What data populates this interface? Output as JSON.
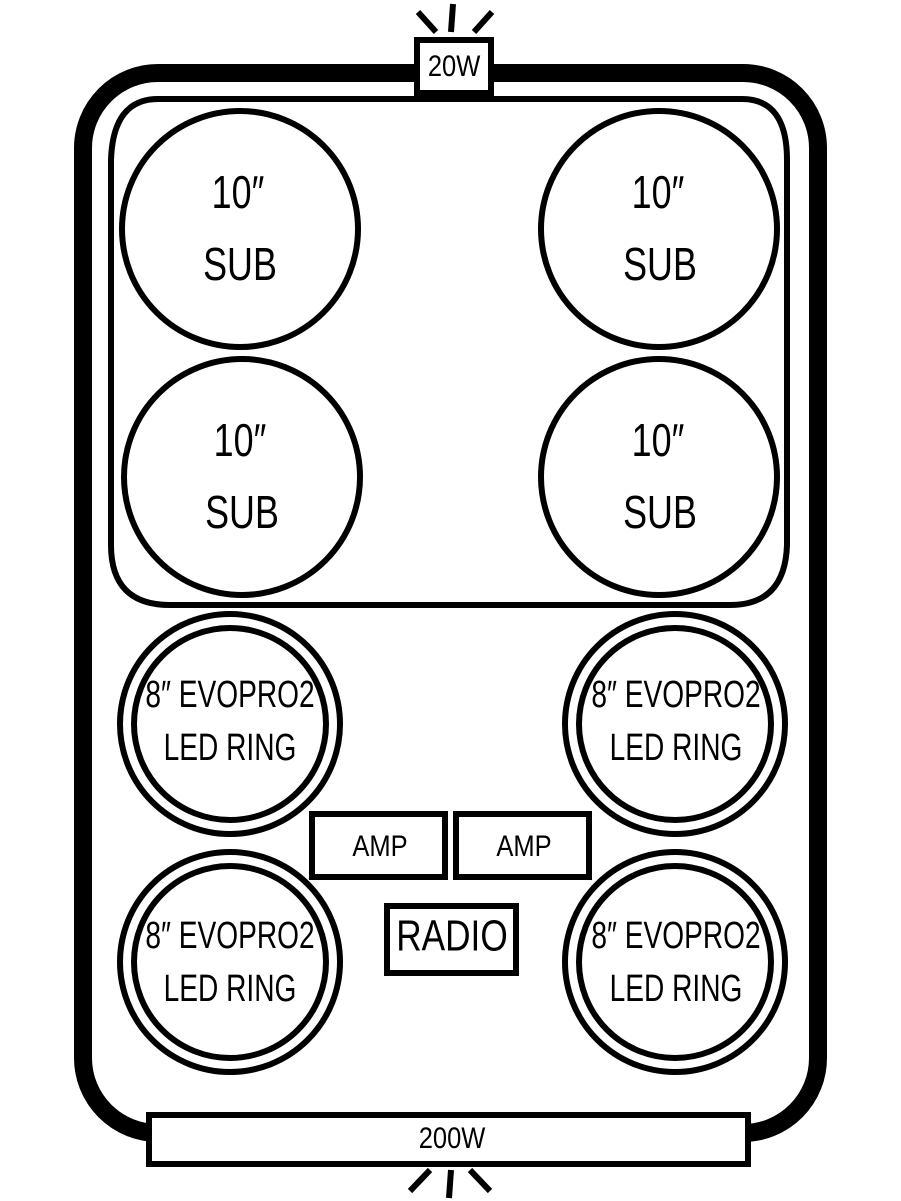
{
  "top_light": {
    "label": "20W"
  },
  "bottom_light": {
    "label": "200W"
  },
  "subwoofers": [
    {
      "line1": "10″",
      "line2": "SUB"
    },
    {
      "line1": "10″",
      "line2": "SUB"
    },
    {
      "line1": "10″",
      "line2": "SUB"
    },
    {
      "line1": "10″",
      "line2": "SUB"
    }
  ],
  "speakers": [
    {
      "line1": "8″ EVOPRO2",
      "line2": "LED RING"
    },
    {
      "line1": "8″ EVOPRO2",
      "line2": "LED RING"
    },
    {
      "line1": "8″ EVOPRO2",
      "line2": "LED RING"
    },
    {
      "line1": "8″ EVOPRO2",
      "line2": "LED RING"
    }
  ],
  "amps": [
    {
      "label": "AMP"
    },
    {
      "label": "AMP"
    }
  ],
  "radio": {
    "label": "RADIO"
  },
  "colors": {
    "stroke": "#000000",
    "background": "#ffffff"
  }
}
